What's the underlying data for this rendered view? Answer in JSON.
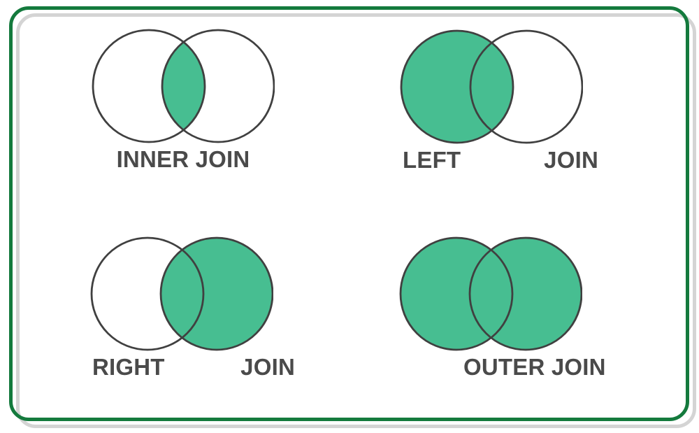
{
  "colors": {
    "venn_fill_green": "#47be91",
    "circle_stroke": "#404040",
    "label_text": "#4a4a4a",
    "frame_border_green": "#147a3d",
    "frame_shadow_gray": "#d4d4d4"
  },
  "diagrams": [
    {
      "id": "inner-join",
      "fill_mode": "intersection",
      "label": "INNER JOIN"
    },
    {
      "id": "left-join",
      "fill_mode": "left-circle",
      "label_left": "LEFT",
      "label_right": "JOIN"
    },
    {
      "id": "right-join",
      "fill_mode": "right-circle",
      "label_left": "RIGHT",
      "label_right": "JOIN"
    },
    {
      "id": "outer-join",
      "fill_mode": "both-circles",
      "label": "OUTER JOIN"
    }
  ]
}
